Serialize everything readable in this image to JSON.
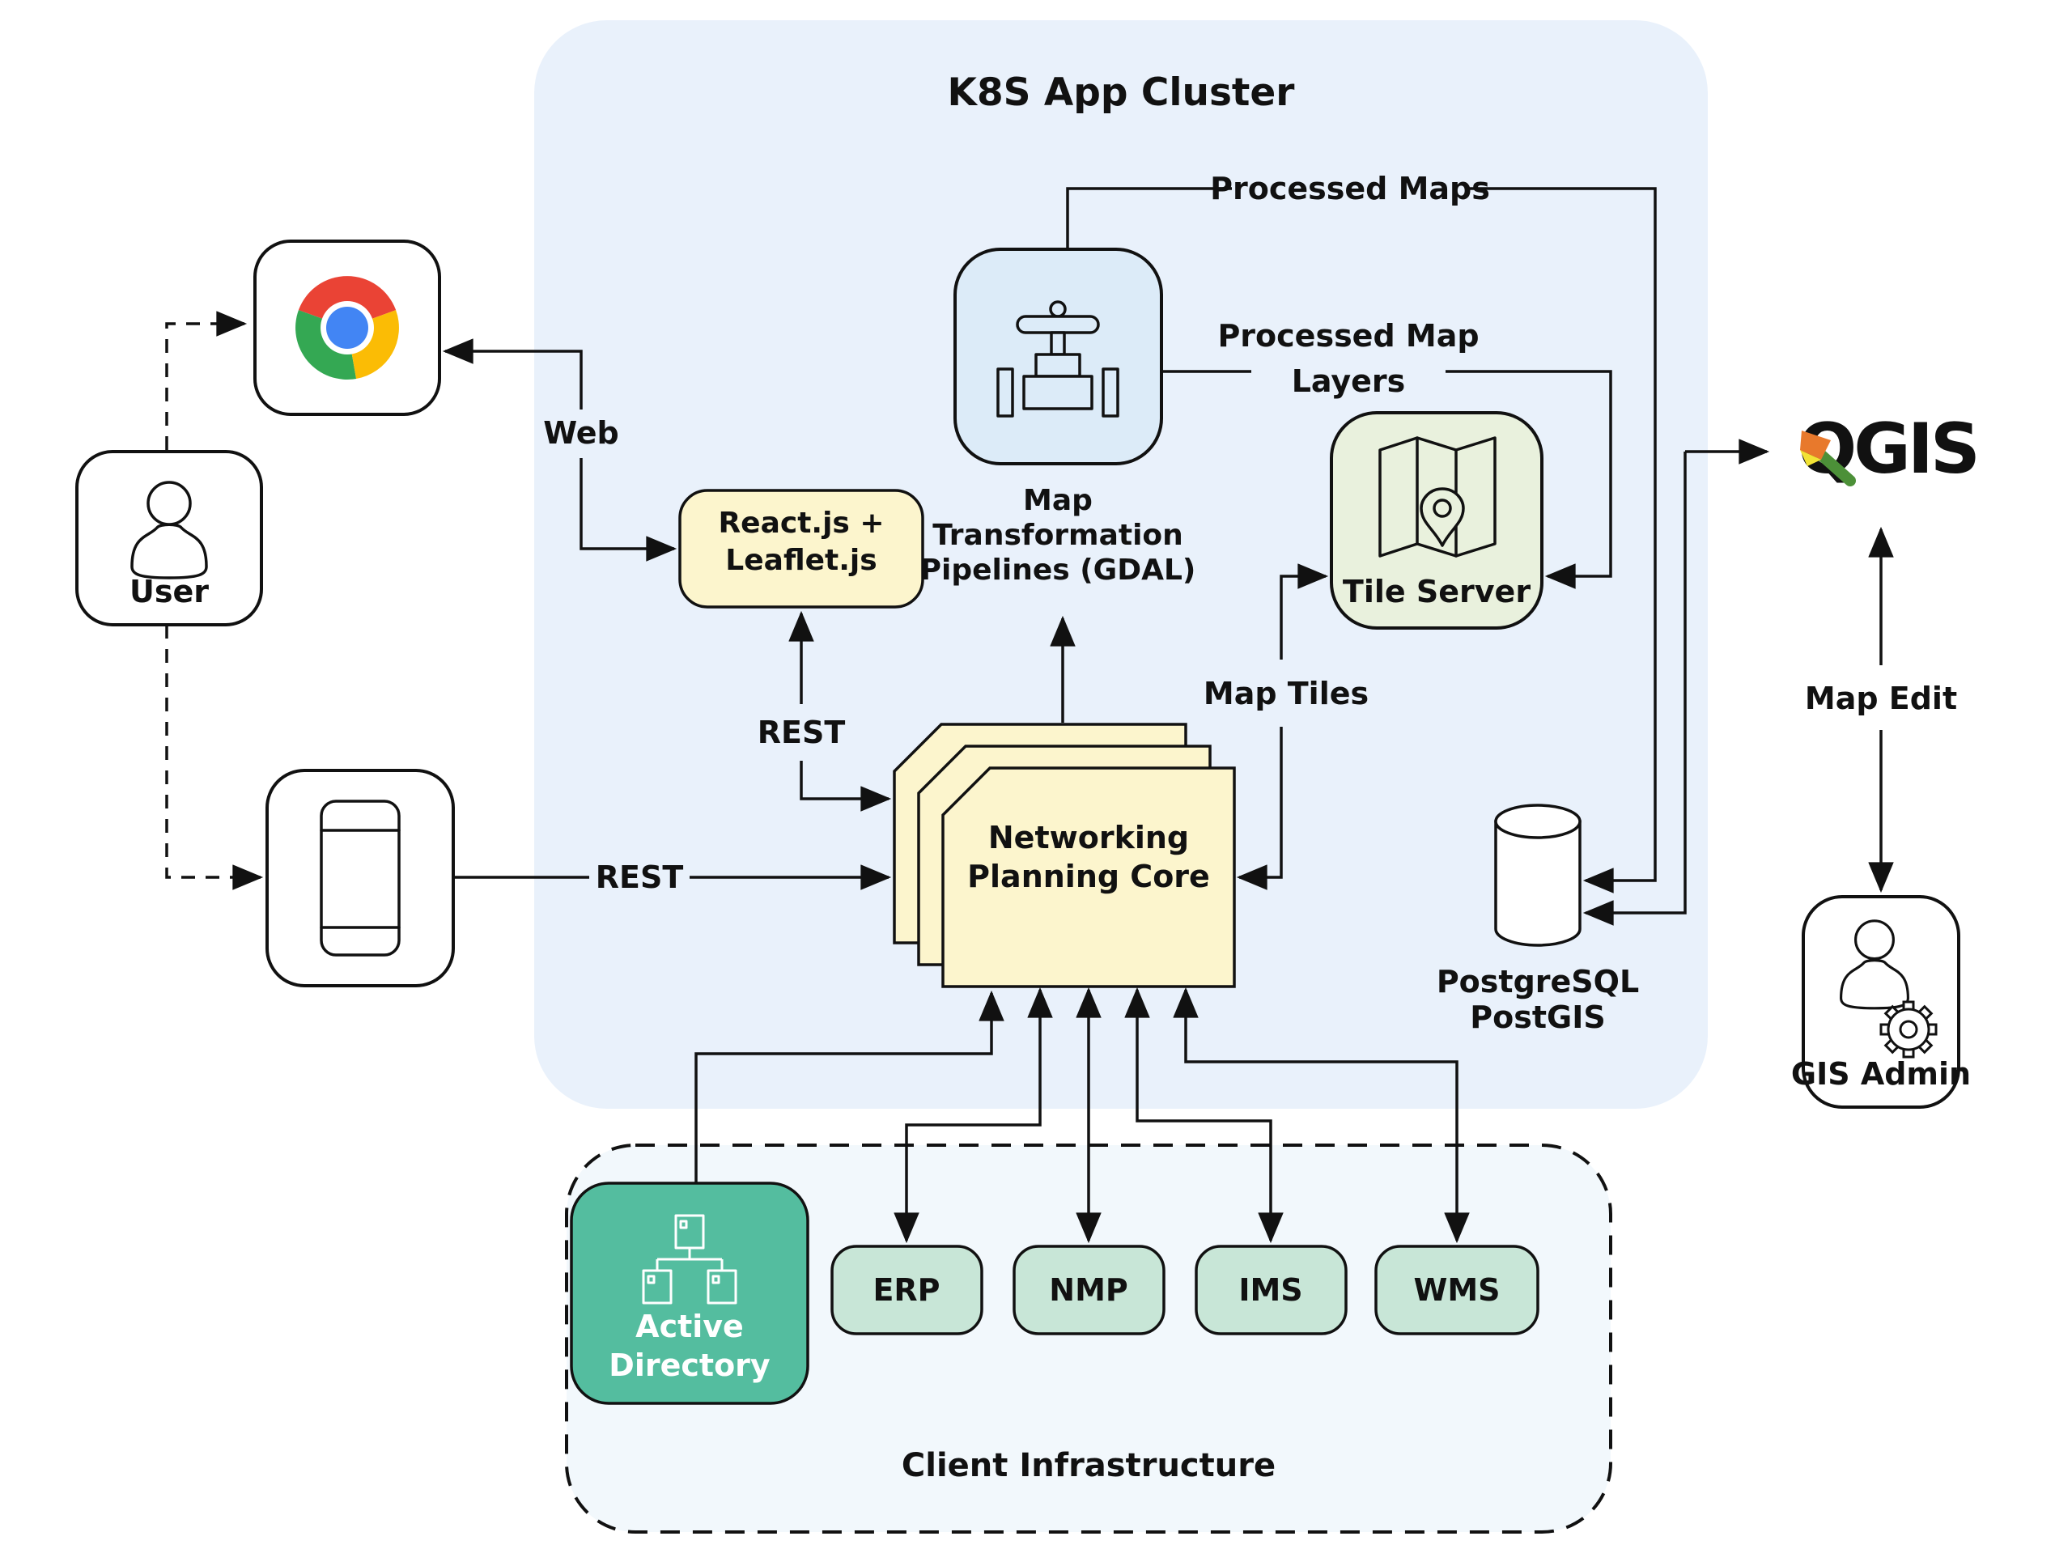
{
  "title": "K8S App Cluster",
  "colors": {
    "cluster_bg": "#e9f1fb",
    "client_bg": "#f2f8fc",
    "yellow_node": "#fcf5cd",
    "blue_node": "#dcebf8",
    "green_node": "#e9f1dd",
    "teal_node": "#54bd9f",
    "mint_node": "#c8e6d7",
    "title_blue": "#58a6e0",
    "qgis_green_light": "#8ab82f",
    "qgis_green_dark": "#3e7d35",
    "qgis_tail_green": "#4c9038",
    "qgis_orange": "#e8792c",
    "qgis_yellow": "#f2e335",
    "chrome_red": "#ea4335",
    "chrome_green": "#34a853",
    "chrome_yellow": "#fbbc05",
    "chrome_blue": "#4285f4",
    "stroke": "#111111"
  },
  "nodes": {
    "user": {
      "label": "User"
    },
    "react": {
      "line1": "React.js +",
      "line2": "Leaflet.js"
    },
    "pipelines": {
      "line1": "Map",
      "line2": "Transformation",
      "line3": "Pipelines (GDAL)"
    },
    "tile_server": {
      "label": "Tile Server"
    },
    "npc": {
      "line1": "Networking",
      "line2": "Planning Core"
    },
    "postgres": {
      "line1": "PostgreSQL",
      "line2": "PostGIS"
    },
    "qgis": {
      "label": "QGIS"
    },
    "gis_admin": {
      "label": "GIS Admin"
    },
    "active_directory": {
      "line1": "Active",
      "line2": "Directory"
    },
    "erp": {
      "label": "ERP"
    },
    "nmp": {
      "label": "NMP"
    },
    "ims": {
      "label": "IMS"
    },
    "wms": {
      "label": "WMS"
    },
    "client_infra": {
      "label": "Client Infrastructure"
    }
  },
  "edge_labels": {
    "web": "Web",
    "rest_browser": "REST",
    "rest_mobile": "REST",
    "processed_maps": "Processed Maps",
    "processed_map_layers_1": "Processed Map",
    "processed_map_layers_2": "Layers",
    "map_tiles": "Map Tiles",
    "map_edit": "Map Edit"
  }
}
